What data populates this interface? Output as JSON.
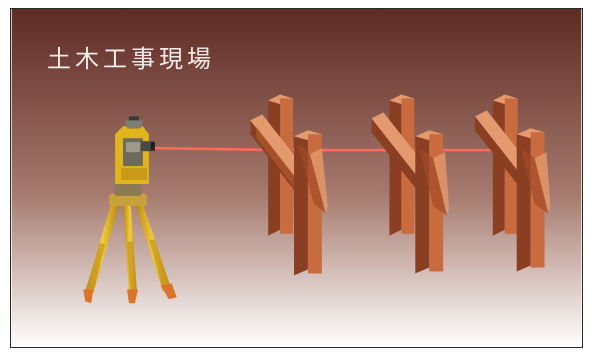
{
  "title": "土木工事現場",
  "colors": {
    "background_top": "#5e2a24",
    "background_bottom": "#ffffff",
    "laser": "#ff6a5a",
    "wood_front": "#c86b3f",
    "wood_side": "#8a3f23",
    "wood_top": "#e49a6e",
    "instrument_body": "#e0b41c",
    "tripod_legs": "#e2b42a",
    "tripod_feet": "#d9742a"
  },
  "scene": {
    "instrument": "total-station-on-tripod",
    "structures": [
      "batter-board-1",
      "batter-board-2",
      "batter-board-3"
    ]
  }
}
